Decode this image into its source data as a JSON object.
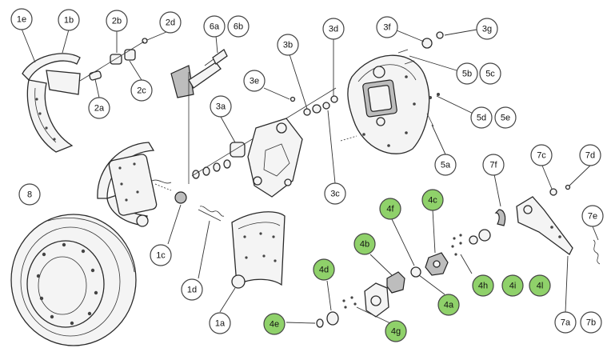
{
  "colors": {
    "highlight_fill": "#8fd16a",
    "plain_fill": "#ffffff",
    "outline": "#444444"
  },
  "callouts": [
    {
      "label": "1e",
      "highlight": false
    },
    {
      "label": "1b",
      "highlight": false
    },
    {
      "label": "2b",
      "highlight": false
    },
    {
      "label": "2d",
      "highlight": false
    },
    {
      "label": "6a",
      "highlight": false
    },
    {
      "label": "6b",
      "highlight": false
    },
    {
      "label": "3b",
      "highlight": false
    },
    {
      "label": "3d",
      "highlight": false
    },
    {
      "label": "3f",
      "highlight": false
    },
    {
      "label": "3g",
      "highlight": false
    },
    {
      "label": "2a",
      "highlight": false
    },
    {
      "label": "2c",
      "highlight": false
    },
    {
      "label": "3e",
      "highlight": false
    },
    {
      "label": "5b",
      "highlight": false
    },
    {
      "label": "5c",
      "highlight": false
    },
    {
      "label": "3a",
      "highlight": false
    },
    {
      "label": "5d",
      "highlight": false
    },
    {
      "label": "5e",
      "highlight": false
    },
    {
      "label": "5a",
      "highlight": false
    },
    {
      "label": "8",
      "highlight": false
    },
    {
      "label": "7f",
      "highlight": false
    },
    {
      "label": "7c",
      "highlight": false
    },
    {
      "label": "7d",
      "highlight": false
    },
    {
      "label": "3c",
      "highlight": false
    },
    {
      "label": "4c",
      "highlight": true
    },
    {
      "label": "4f",
      "highlight": true
    },
    {
      "label": "7e",
      "highlight": false
    },
    {
      "label": "4b",
      "highlight": true
    },
    {
      "label": "1c",
      "highlight": false
    },
    {
      "label": "4d",
      "highlight": true
    },
    {
      "label": "4h",
      "highlight": true
    },
    {
      "label": "4i",
      "highlight": true
    },
    {
      "label": "4l",
      "highlight": true
    },
    {
      "label": "1d",
      "highlight": false
    },
    {
      "label": "4a",
      "highlight": true
    },
    {
      "label": "4e",
      "highlight": true
    },
    {
      "label": "7a",
      "highlight": false
    },
    {
      "label": "7b",
      "highlight": false
    },
    {
      "label": "1a",
      "highlight": false
    },
    {
      "label": "4g",
      "highlight": true
    }
  ]
}
